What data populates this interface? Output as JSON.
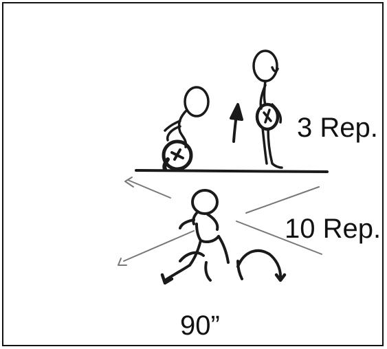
{
  "exercise_card": {
    "upper_reps": "3 Rep.",
    "lower_reps": "10 Rep.",
    "duration": "90”"
  },
  "icons": {
    "upper_left": "stick-figure-squatting-with-ball-icon",
    "upper_right": "stick-figure-standing-with-ball-icon",
    "upper_arrow": "up-arrow-icon",
    "lower": "stick-figure-lunge-with-jump-arcs-icon"
  }
}
